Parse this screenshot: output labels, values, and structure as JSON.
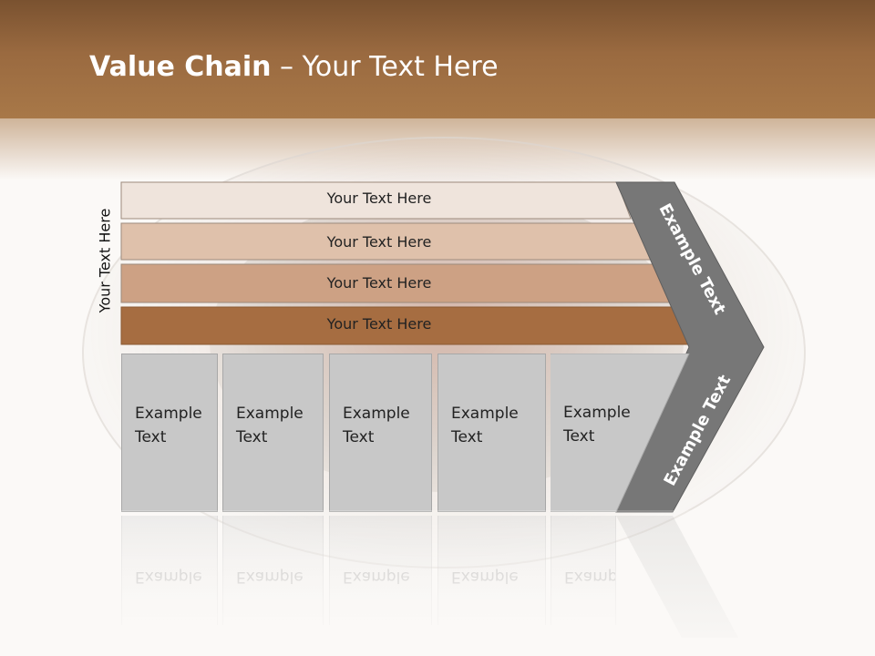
{
  "slide": {
    "title_bold": "Value Chain",
    "title_rest": " – Your Text Here",
    "side_label": "Your Text Here"
  },
  "bars": [
    {
      "label": "Your Text Here",
      "color": "#efe4dc"
    },
    {
      "label": "Your Text Here",
      "color": "#dfc1ab"
    },
    {
      "label": "Your Text Here",
      "color": "#cda184"
    },
    {
      "label": "Your Text Here",
      "color": "#a66d41"
    }
  ],
  "boxes": [
    {
      "line1": "Example",
      "line2": "Text"
    },
    {
      "line1": "Example",
      "line2": "Text"
    },
    {
      "line1": "Example",
      "line2": "Text"
    },
    {
      "line1": "Example",
      "line2": "Text"
    },
    {
      "line1": "Example",
      "line2": "Text"
    }
  ],
  "chevron": {
    "upper_label": "Example Text",
    "lower_label": "Example Text",
    "color": "#777777"
  }
}
